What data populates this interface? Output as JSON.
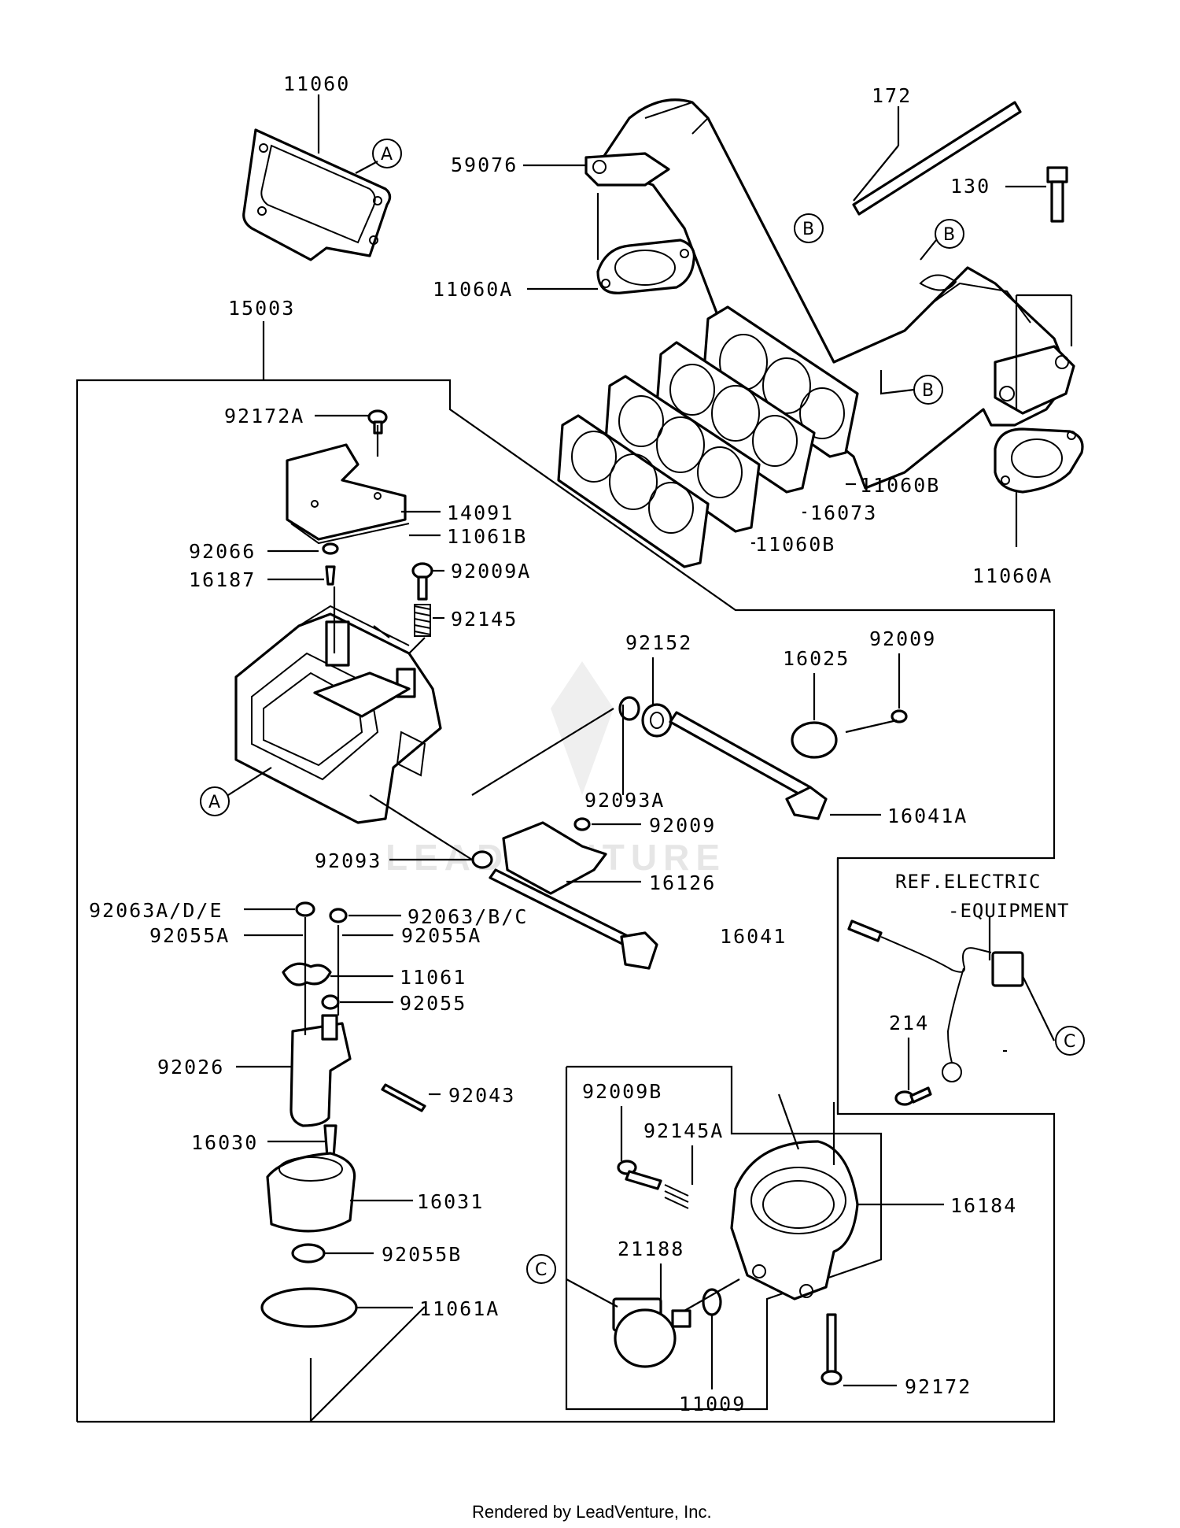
{
  "part_labels": {
    "p11060": "11060",
    "p59076": "59076",
    "p172": "172",
    "p130": "130",
    "p11060a_left": "11060A",
    "p15003": "15003",
    "p92172a": "92172A",
    "p14091": "14091",
    "p11061b": "11061B",
    "p92066": "92066",
    "p16187": "16187",
    "p92009a": "92009A",
    "p92145": "92145",
    "p11060b_top": "11060B",
    "p16073": "16073",
    "p11060b_bottom": "11060B",
    "p11060a_right": "11060A",
    "p92152": "92152",
    "p92009_top": "92009",
    "p16025": "16025",
    "p92093a": "92093A",
    "p16041a": "16041A",
    "p92009_mid": "92009",
    "p92093": "92093",
    "p16126": "16126",
    "p92063ade": "92063A/D/E",
    "p92063bc": "92063/B/C",
    "p92055a_left": "92055A",
    "p92055a_right": "92055A",
    "p16041": "16041",
    "p11061": "11061",
    "p92055": "92055",
    "p92026": "92026",
    "p92043": "92043",
    "p16030": "16030",
    "p16031": "16031",
    "p92055b": "92055B",
    "p11061a": "11061A",
    "p92009b": "92009B",
    "p92145a": "92145A",
    "p16184": "16184",
    "p21188": "21188",
    "p11009": "11009",
    "p92172": "92172",
    "p214": "214"
  },
  "ref_note": {
    "line1": "REF.ELECTRIC",
    "line2": "-EQUIPMENT"
  },
  "callouts": {
    "a": "A",
    "b": "B",
    "c": "C"
  },
  "watermark": "LEADVENTURE",
  "footer": "Rendered by LeadVenture, Inc."
}
